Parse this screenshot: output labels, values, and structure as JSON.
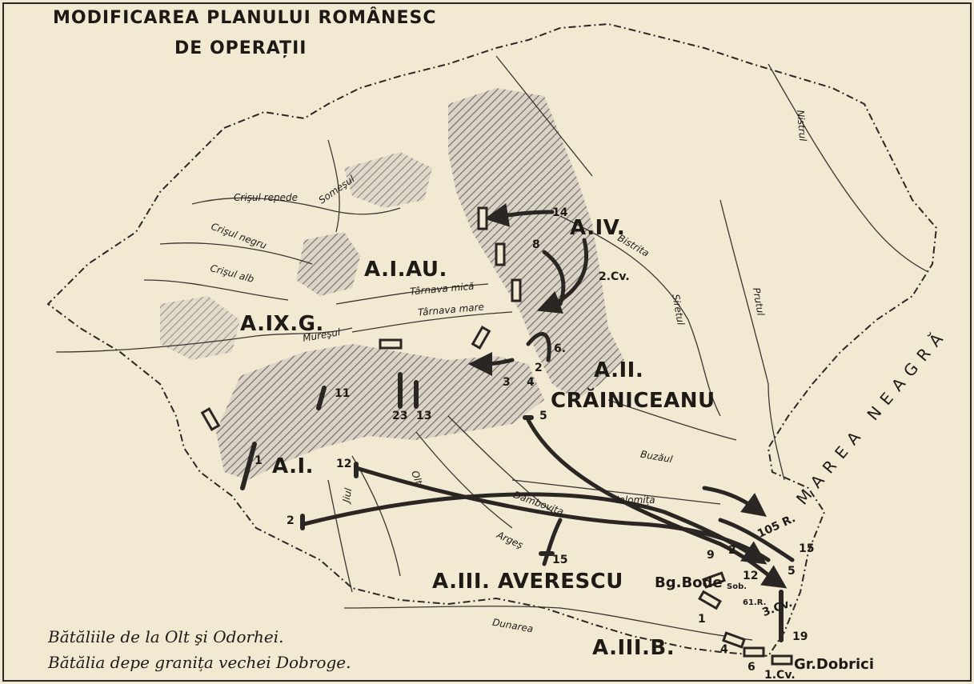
{
  "title": {
    "line1": "MODIFICAREA PLANULUI ROMÂNESC",
    "line2": "DE OPERAȚII"
  },
  "armies": {
    "a1au": "A.I.AU.",
    "a4": "A.IV.",
    "a9g": "A.IX.G.",
    "a2": "A.II.",
    "prezan": "CRĂINICEANU",
    "a1": "A.I.",
    "a3": "A.III. AVERESCU",
    "a3b": "A.III.B."
  },
  "rivers": {
    "somesul": "Someşul",
    "crisul_repede": "Crişul repede",
    "crisul_negru": "Crişul negru",
    "crisul_alb": "Crişul alb",
    "muresul": "Mureşul",
    "tarnava_mica": "Târnava mică",
    "tarnava_mare": "Târnava mare",
    "bistrita": "Bistrita",
    "siretul": "Siretul",
    "prutul": "Prutul",
    "nistrul": "Nistrul",
    "buzaul": "Buzăul",
    "ialomita": "Ialomița",
    "dambovita": "Dâmbovița",
    "arges": "Argeş",
    "olt": "Olt",
    "jiul": "Jiul",
    "dunarea": "Dunarea"
  },
  "sea": "MAREA NEAGRĂ",
  "units": {
    "u14": "14",
    "u8": "8",
    "u2cv": "2.Cv.",
    "u6": "6.",
    "u2": "2",
    "u3": "3",
    "u4": "4",
    "u5": "5",
    "u11": "11",
    "u23": "23",
    "u13": "13",
    "u12": "12",
    "u1": "1",
    "u2w": "2",
    "u15s": "15",
    "u105r": "105 R.",
    "u15e": "15",
    "u9": "9",
    "u2e": "2",
    "u12e": "12",
    "u5e": "5",
    "usob": "Sob.",
    "u61r": "61.R.",
    "u3cv": "3.Cv.",
    "u19": "19",
    "u1e": "1",
    "u4e": "4",
    "u6e": "6",
    "u1cv": "1.Cv."
  },
  "places": {
    "bgbode": "Bg.Bode",
    "grdobrici": "Gr.Dobrici"
  },
  "legend": {
    "line1": "Bătăliile de la Olt şi Odorhei.",
    "line2": "Bătălia depe granița vechei Dobroge."
  }
}
